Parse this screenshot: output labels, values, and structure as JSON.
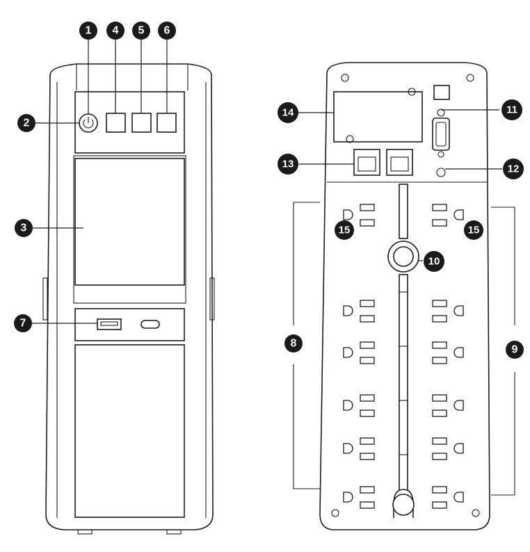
{
  "callouts": {
    "power_button": "1",
    "power_icon": "2",
    "lcd_display": "3",
    "button_4": "4",
    "button_5": "5",
    "button_6": "6",
    "usb_charging": "7",
    "outlets_battery_surge": "8",
    "outlets_surge_only": "9",
    "circuit_breaker": "10",
    "usb_serial_port": "11",
    "ground_screw": "12",
    "network_protection": "13",
    "snmp_slot": "14",
    "cord_management": "15"
  },
  "colors": {
    "ink": "#1a1a1a",
    "paper": "#ffffff"
  }
}
